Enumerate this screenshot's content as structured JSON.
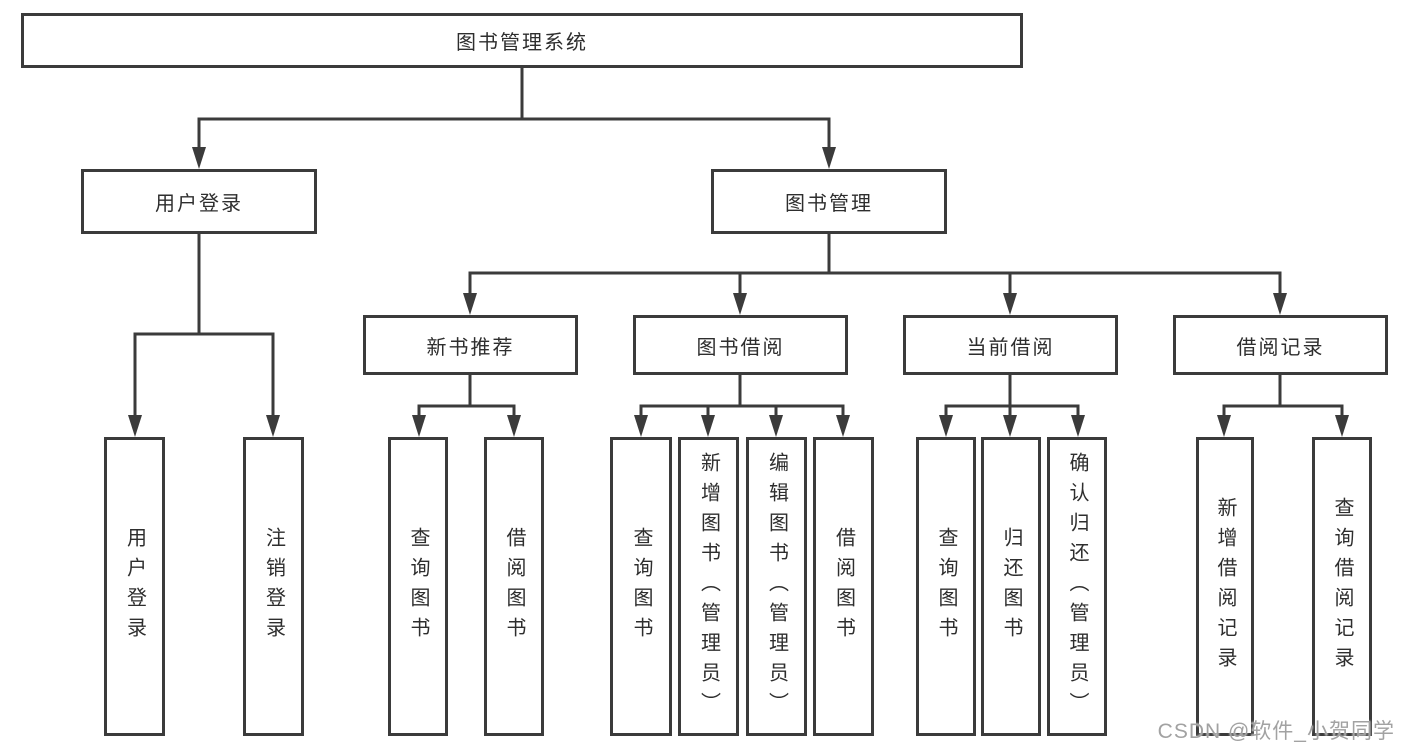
{
  "diagram": {
    "root": {
      "label": "图书管理系统"
    },
    "level2": [
      {
        "label": "用户登录"
      },
      {
        "label": "图书管理"
      }
    ],
    "level3": [
      {
        "label": "新书推荐"
      },
      {
        "label": "图书借阅"
      },
      {
        "label": "当前借阅"
      },
      {
        "label": "借阅记录"
      }
    ],
    "leaves": [
      {
        "label": "用户登录"
      },
      {
        "label": "注销登录"
      },
      {
        "label": "查询图书"
      },
      {
        "label": "借阅图书"
      },
      {
        "label": "查询图书"
      },
      {
        "label": "新增图书（管理员）"
      },
      {
        "label": "编辑图书（管理员）"
      },
      {
        "label": "借阅图书"
      },
      {
        "label": "查询图书"
      },
      {
        "label": "归还图书"
      },
      {
        "label": "确认归还（管理员）"
      },
      {
        "label": "新增借阅记录"
      },
      {
        "label": "查询借阅记录"
      }
    ]
  },
  "watermark": {
    "text": "CSDN @软件_小贺同学"
  },
  "colors": {
    "line": "#3b3b3b",
    "text": "#2e2e2e",
    "background": "#ffffff",
    "watermark": "#a2a2a2"
  }
}
